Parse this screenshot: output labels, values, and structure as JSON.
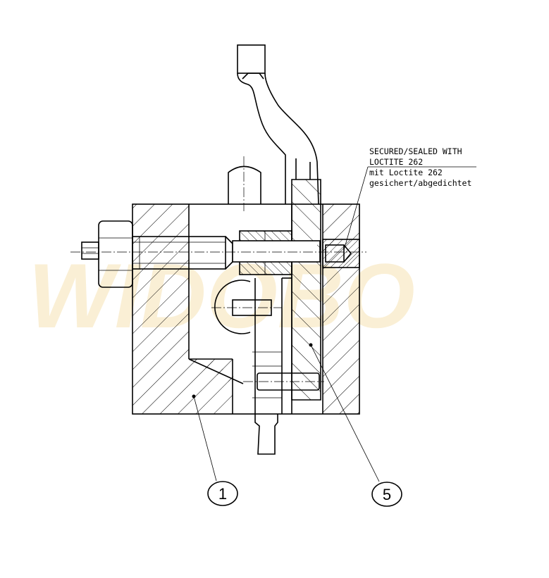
{
  "note": {
    "line1": "SECURED/SEALED WITH",
    "line2": "LOCTITE 262",
    "line3": "mit Loctite 262",
    "line4": "gesichert/abgedichtet"
  },
  "callouts": [
    {
      "label": "1"
    },
    {
      "label": "5"
    }
  ],
  "watermark": {
    "text": "WIDOBO",
    "color": "#f6e3b4"
  },
  "colors": {
    "line": "#000000",
    "background": "#ffffff"
  }
}
